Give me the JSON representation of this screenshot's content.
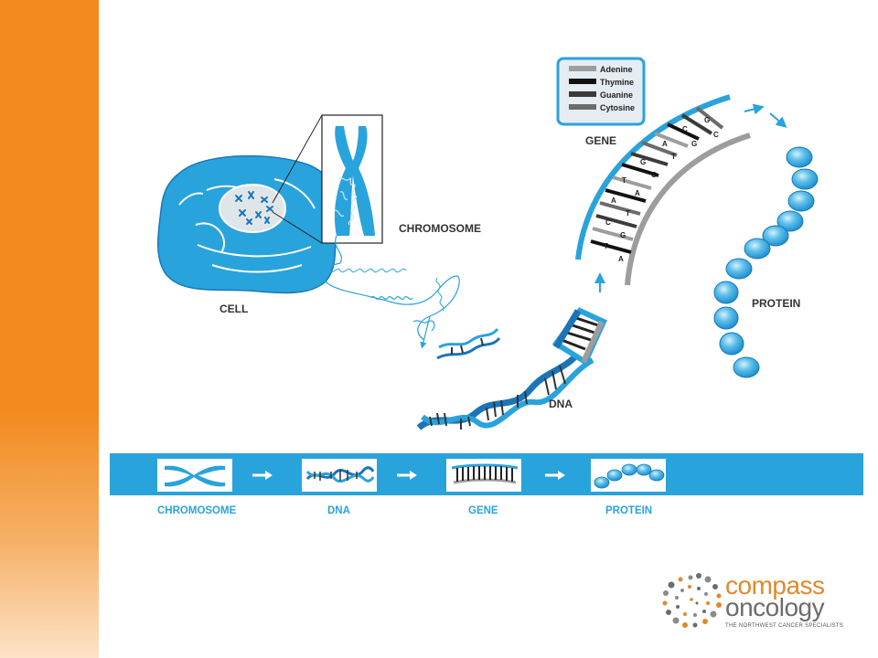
{
  "colors": {
    "accent_orange": "#f28a1d",
    "diagram_blue": "#29a3dc",
    "dark_blue": "#1b74b8",
    "gray": "#9d9d9c"
  },
  "labels": {
    "cell": "CELL",
    "chromosome": "CHROMOSOME",
    "gene": "GENE",
    "dna": "DNA",
    "protein": "PROTEIN"
  },
  "legend": {
    "items": [
      {
        "label": "Adenine",
        "color": "#9d9d9c"
      },
      {
        "label": "Thymine",
        "color": "#111111"
      },
      {
        "label": "Guanine",
        "color": "#3a3a3a"
      },
      {
        "label": "Cytosine",
        "color": "#6b6b6b"
      }
    ]
  },
  "gene_letters": [
    "T",
    "A",
    "C",
    "G",
    "A",
    "T",
    "T",
    "A",
    "G",
    "C",
    "A",
    "T",
    "C",
    "G",
    "G",
    "C"
  ],
  "strip": {
    "steps": [
      "CHROMOSOME",
      "DNA",
      "GENE",
      "PROTEIN"
    ]
  },
  "logo": {
    "word1": "compass",
    "word2": "oncology",
    "tagline": "THE NORTHWEST CANCER SPECIALISTS"
  }
}
